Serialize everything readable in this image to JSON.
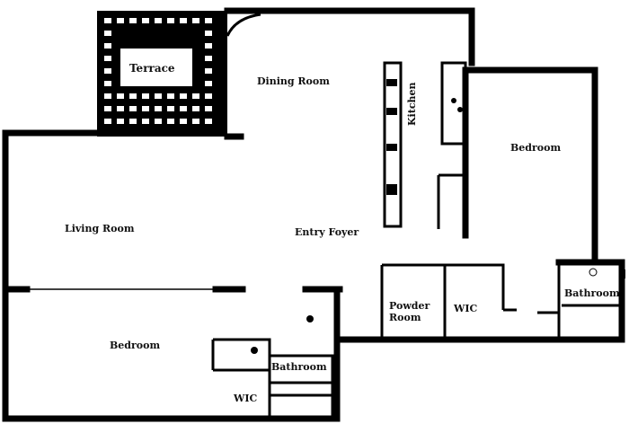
{
  "rooms": {
    "terrace": "Terrace",
    "dining_room": "Dining Room",
    "kitchen": "Kitchen",
    "bedroom_right": "Bedroom",
    "living_room": "Living Room",
    "entry_foyer": "Entry Foyer",
    "powder_room_line1": "Powder",
    "powder_room_line2": "Room",
    "wic_center": "WIC",
    "bathroom_right": "Bathroom",
    "bedroom_left": "Bedroom",
    "bathroom_center": "Bathroom",
    "wic_bottom": "WIC"
  },
  "colors": {
    "wall": "#000000",
    "background": "#ffffff"
  }
}
